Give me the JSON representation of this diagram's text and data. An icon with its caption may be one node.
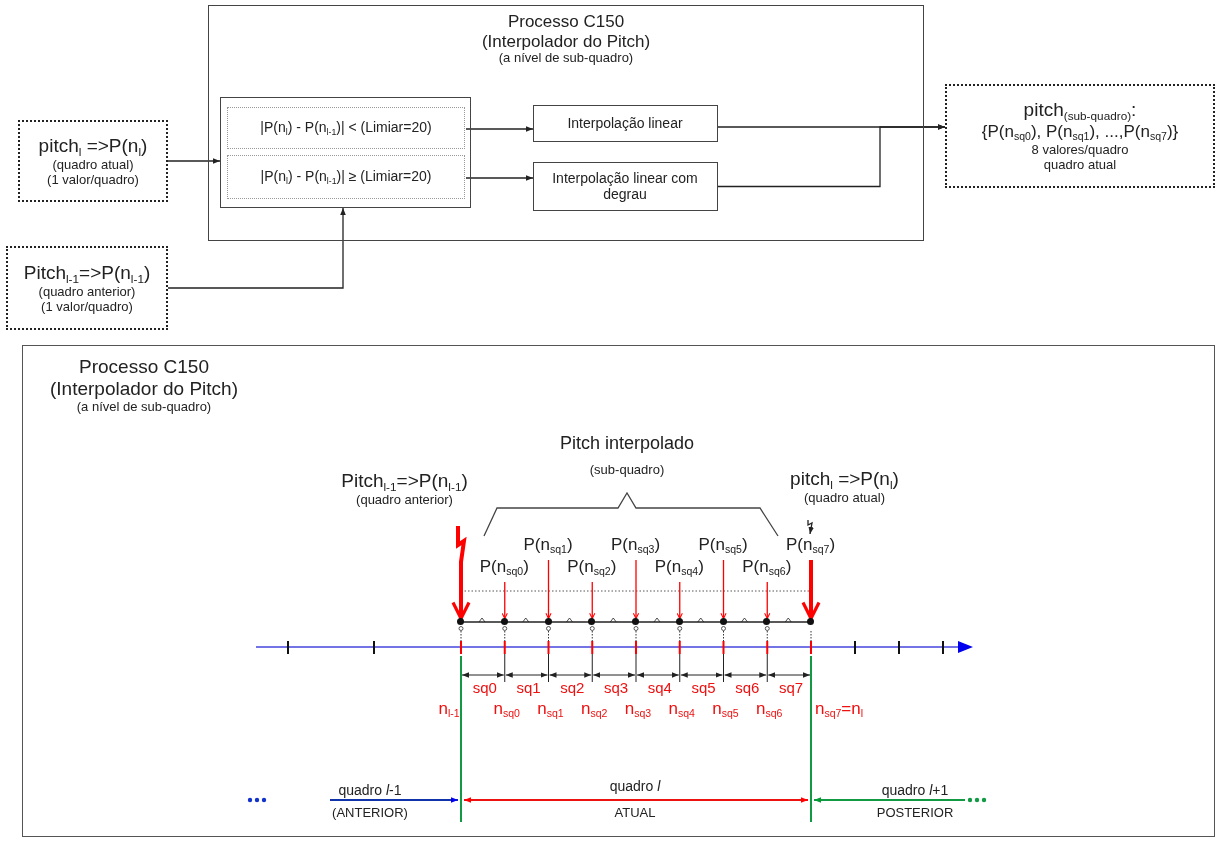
{
  "diagram": {
    "nodes": [
      {
        "text": [
          "Processo C150 (Interpolador do Pitch)",
          "(a nível de sub-quadro)"
        ]
      },
      {
        "text": [],
        "shape": "box",
        "in": 0
      },
      {
        "text": [
          "|P(n$_{l}$) - P(n$_{l-1}$)| < (Limiar=20)"
        ],
        "in": 1
      },
      {
        "text": [
          "|P(n$_{l}$) - P(n$_{l-1}$)| ≥ (Limiar=20)"
        ],
        "in": 1
      },
      {
        "text": [
          "Interpolação linear"
        ],
        "in": 0
      },
      {
        "text": [
          "Interpolação linear com degrau"
        ],
        "in": 0
      },
      {
        "text": [
          "pitch$_{l}$ =>P(n$_{l}$)",
          "(quadro atual)",
          "(1 valor/quadro)"
        ]
      },
      {
        "text": [
          "Pitch$_{l-1}$=>P(n$_{l-1}$)",
          "(quadro anterior)",
          "(1 valor/quadro)"
        ]
      },
      {
        "text": [
          "pitch$_{(sub-quadro)}$:",
          "{P(n$_{sq0}$), P(n$_{sq1}$), ...,P(n$_{sq7}$)}",
          "8 valores/quadro",
          "quadro atual"
        ]
      },
      {
        "text": [
          "Processo C150 (Interpolador do Pitch)",
          "(a nível de sub-quadro)"
        ]
      },
      {
        "text": [
          "Pitch$_{l-1}$=>P(n$_{l-1}$)",
          "(quadro anterior)"
        ],
        "in": 9
      },
      {
        "text": [
          "pitch$_{l}$ =>P(n$_{l}$)",
          "(quadro atual)"
        ],
        "in": 9
      },
      {
        "text": [
          "P(n$_{sq0}$)"
        ],
        "in": 9
      },
      {
        "text": [
          "P(n$_{sq1}$)"
        ],
        "in": 9
      },
      {
        "text": [
          "P(n$_{sq2}$)"
        ],
        "in": 9
      },
      {
        "text": [
          "P(n$_{sq3}$)"
        ],
        "in": 9
      },
      {
        "text": [
          "P(n$_{sq4}$)"
        ],
        "in": 9
      },
      {
        "text": [
          "P(n$_{sq5}$)"
        ],
        "in": 9
      },
      {
        "text": [
          "P(n$_{sq6}$)"
        ],
        "in": 9
      },
      {
        "text": [
          "P(n$_{sq7}$)"
        ],
        "in": 9
      },
      {
        "text": [],
        "shape": "circle",
        "in": 9
      },
      {
        "text": [],
        "shape": "circle",
        "in": 9
      },
      {
        "text": [],
        "shape": "circle",
        "in": 9
      },
      {
        "text": [],
        "shape": "circle",
        "in": 9
      },
      {
        "text": [],
        "shape": "circle",
        "in": 9
      },
      {
        "text": [],
        "shape": "circle",
        "in": 9
      },
      {
        "text": [],
        "shape": "circle",
        "in": 9
      },
      {
        "text": [],
        "shape": "circle",
        "in": 9
      },
      {
        "text": [],
        "shape": "circle",
        "in": 9
      }
    ],
    "edges": [
      {
        "from": 6,
        "to": 1,
        "arrow": "to",
        "color": "#222222"
      },
      {
        "from": 7,
        "to": 1,
        "arrow": "to",
        "color": "#222222"
      },
      {
        "from": 2,
        "to": 4,
        "arrow": "to",
        "color": "#222222"
      },
      {
        "from": 3,
        "to": 5,
        "arrow": "to",
        "color": "#222222"
      },
      {
        "from": 4,
        "to": 8,
        "arrow": "to",
        "color": "#222222"
      },
      {
        "from": 5,
        "to": 8,
        "arrow": "to",
        "color": "#222222"
      },
      {
        "from": 10,
        "to": 20,
        "arrow": "to",
        "style": "thick"
      },
      {
        "from": 11,
        "to": 19,
        "arrow": "to",
        "color": "#222222"
      },
      {
        "from": 12,
        "to": 21,
        "arrow": "to"
      },
      {
        "from": 13,
        "to": 22,
        "arrow": "to"
      },
      {
        "from": 14,
        "to": 23,
        "arrow": "to"
      },
      {
        "from": 15,
        "to": 24,
        "arrow": "to"
      },
      {
        "from": 16,
        "to": 25,
        "arrow": "to"
      },
      {
        "from": 17,
        "to": 26,
        "arrow": "to"
      },
      {
        "from": 18,
        "to": 27,
        "arrow": "to"
      },
      {
        "from": 19,
        "to": 28,
        "arrow": "to",
        "style": "thick"
      }
    ],
    "labels": [
      "Pitch interpolado",
      "(sub-quadro)",
      "sq0",
      "sq1",
      "sq2",
      "sq3",
      "sq4",
      "sq5",
      "sq6",
      "sq7",
      "n$_{l-1}$",
      "n$_{sq0}$",
      "n$_{sq1}$",
      "n$_{sq2}$",
      "n$_{sq3}$",
      "n$_{sq4}$",
      "n$_{sq5}$",
      "n$_{sq6}$",
      "n$_{sq7}$=n$_{l}$",
      "quadro *l*-1",
      "(ANTERIOR)",
      "quadro *l*",
      "ATUAL",
      "quadro *l*+1",
      "POSTERIOR"
    ]
  }
}
